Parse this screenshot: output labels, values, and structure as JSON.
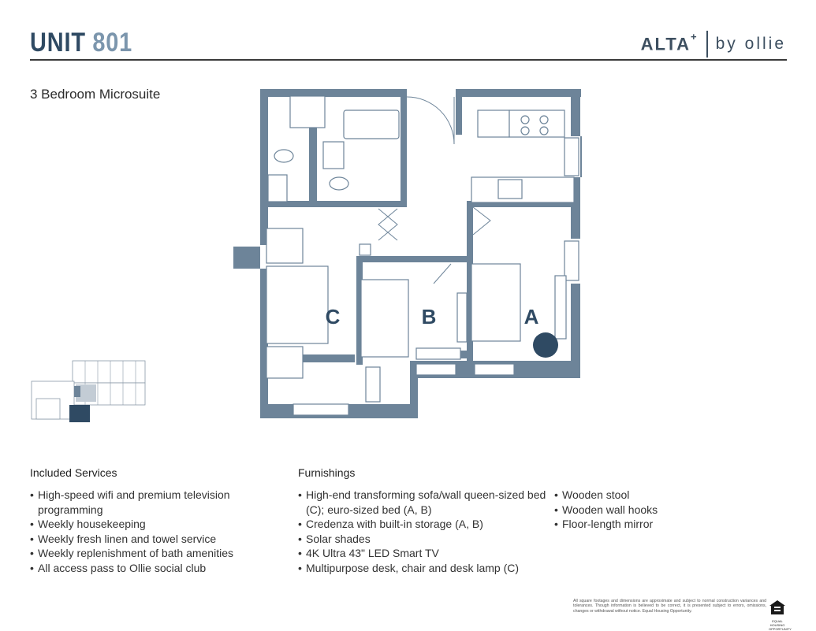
{
  "header": {
    "unit_word": "UNIT",
    "unit_number": "801",
    "brand_name": "ALTA",
    "brand_mark": "+",
    "brand_sub": "by ollie"
  },
  "subtitle": "3 Bedroom Microsuite",
  "plan": {
    "room_labels": [
      "C",
      "B",
      "A"
    ],
    "wall_color": "#6d8499",
    "dark_color": "#2f4a63"
  },
  "included_services": {
    "title": "Included Services",
    "items": [
      "High-speed wifi and premium television programming",
      "Weekly housekeeping",
      "Weekly fresh linen and towel service",
      "Weekly replenishment of bath amenities",
      "All access pass to Ollie social club"
    ]
  },
  "furnishings": {
    "title": "Furnishings",
    "col1": [
      "High-end transforming sofa/wall queen-sized bed (C); euro-sized bed (A, B)",
      "Credenza with built-in storage (A, B)",
      "Solar shades",
      "4K Ultra 43\" LED Smart TV",
      "Multipurpose desk, chair and desk lamp (C)"
    ],
    "col2": [
      "Wooden stool",
      "Wooden wall hooks",
      "Floor-length mirror"
    ]
  },
  "disclaimer": "All square footages and dimensions are approximate and subject to normal construction variances and tolerances. Though information is believed to be correct, it is presented subject to errors, omissions, changes or withdrawal without notice. Equal Housing Opportunity.",
  "eho_label": "EQUAL HOUSING OPPORTUNITY"
}
